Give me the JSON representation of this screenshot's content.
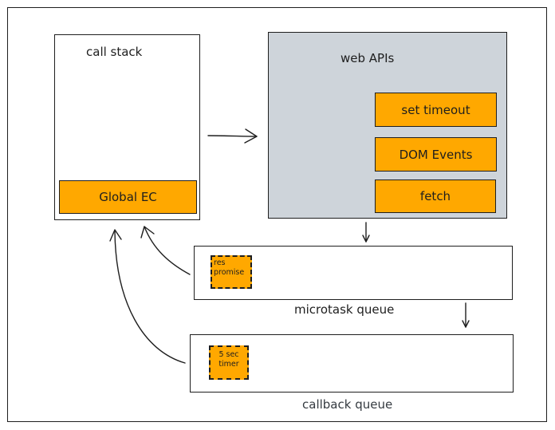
{
  "call_stack": {
    "title": "call stack",
    "global_ec": "Global EC"
  },
  "web_apis": {
    "title": "web APIs",
    "items": [
      "set timeout",
      "DOM Events",
      "fetch"
    ]
  },
  "microtask_queue": {
    "label": "microtask queue",
    "item_line1": "res",
    "item_line2": "promise"
  },
  "callback_queue": {
    "label": "callback queue",
    "item_line1": "5 sec",
    "item_line2": "timer"
  },
  "colors": {
    "orange": "#ffa800",
    "web_api_bg": "#ced4da",
    "stroke": "#1e1e1e",
    "callback_label": "#343a40"
  }
}
